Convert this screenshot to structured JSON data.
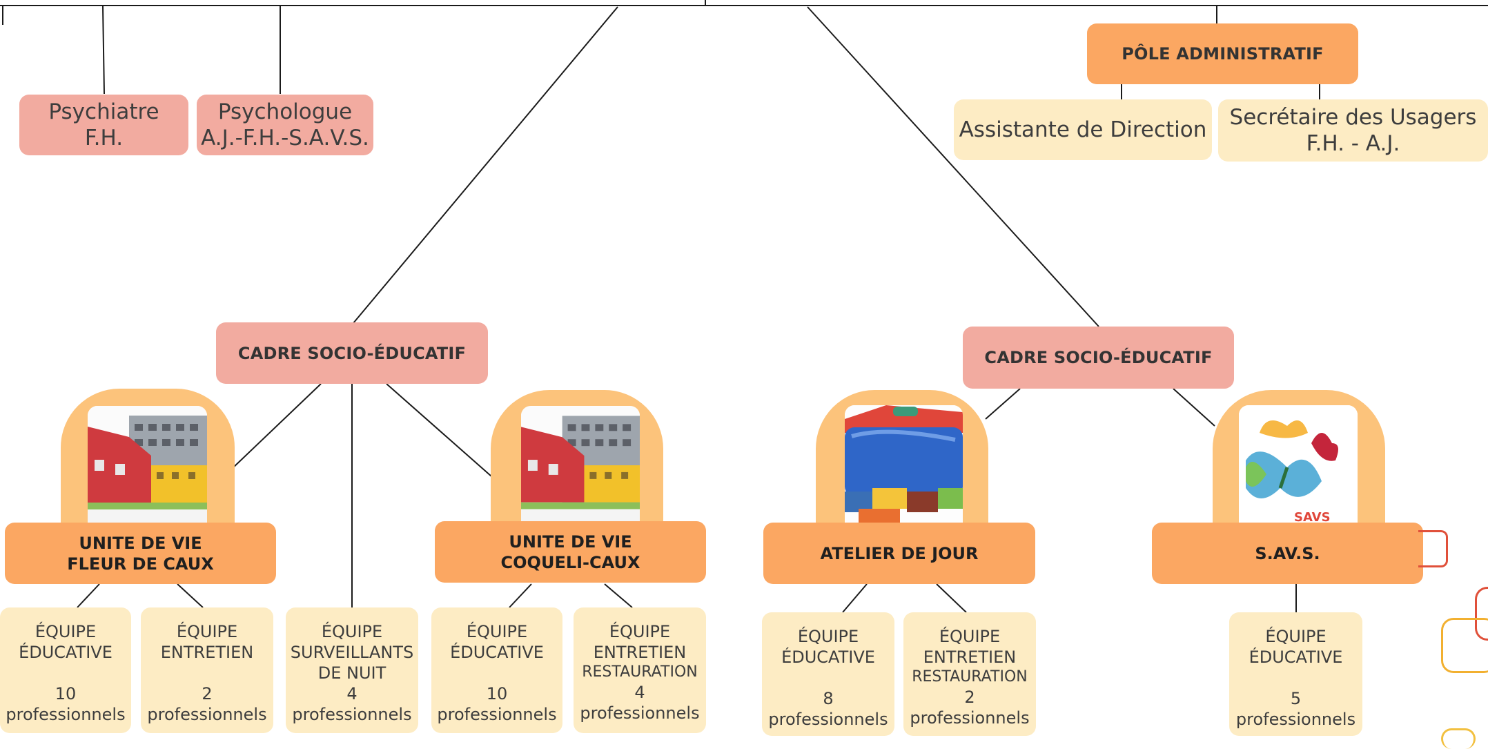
{
  "staff": {
    "psychiatre": {
      "line1": "Psychiatre",
      "line2": "F.H."
    },
    "psychologue": {
      "line1": "Psychologue",
      "line2": "A.J.-F.H.-S.A.V.S."
    },
    "assistante": {
      "line1": "Assistante de Direction"
    },
    "secretaire": {
      "line1": "Secrétaire des Usagers",
      "line2": "F.H. - A.J."
    }
  },
  "poles": {
    "administratif": "PÔLE ADMINISTRATIF",
    "cadre_left": "CADRE SOCIO-ÉDUCATIF",
    "cadre_right": "CADRE SOCIO-ÉDUCATIF"
  },
  "units": {
    "fleur": {
      "line1": "UNITE DE VIE",
      "line2": "FLEUR DE CAUX"
    },
    "coqueli": {
      "line1": "UNITE DE VIE",
      "line2": "COQUELI-CAUX"
    },
    "atelier": {
      "line1": "ATELIER DE JOUR"
    },
    "savs": {
      "line1": "S.AV.S."
    }
  },
  "teams": {
    "fleur_edu": {
      "l1": "ÉQUIPE",
      "l2": "ÉDUCATIVE",
      "count": "10",
      "unit": "professionnels"
    },
    "fleur_ent": {
      "l1": "ÉQUIPE",
      "l2": "ENTRETIEN",
      "count": "2",
      "unit": "professionnels"
    },
    "nuit": {
      "l1": "ÉQUIPE",
      "l2": "SURVEILLANTS",
      "l3": "DE NUIT",
      "count": "4",
      "unit": "professionnels"
    },
    "coq_edu": {
      "l1": "ÉQUIPE",
      "l2": "ÉDUCATIVE",
      "count": "10",
      "unit": "professionnels"
    },
    "coq_ent": {
      "l1": "ÉQUIPE",
      "l2": "ENTRETIEN",
      "l3": "RESTAURATION",
      "count": "4",
      "unit": "professionnels"
    },
    "atel_edu": {
      "l1": "ÉQUIPE",
      "l2": "ÉDUCATIVE",
      "count": "8",
      "unit": "professionnels"
    },
    "atel_ent": {
      "l1": "ÉQUIPE",
      "l2": "ENTRETIEN",
      "l3": "RESTAURATION",
      "count": "2",
      "unit": "professionnels"
    },
    "savs_edu": {
      "l1": "ÉQUIPE",
      "l2": "ÉDUCATIVE",
      "count": "5",
      "unit": "professionnels"
    }
  },
  "colors": {
    "pink": "#f2aba0",
    "orange": "#fba762",
    "cream": "#fdecc4",
    "frame": "#fcc37b",
    "line": "#1a1a1a"
  },
  "icons": {
    "foyer_photo": "building-drawing-icon",
    "atelier_photo": "painting-icon",
    "savs_photo": "butterflies-icon"
  }
}
